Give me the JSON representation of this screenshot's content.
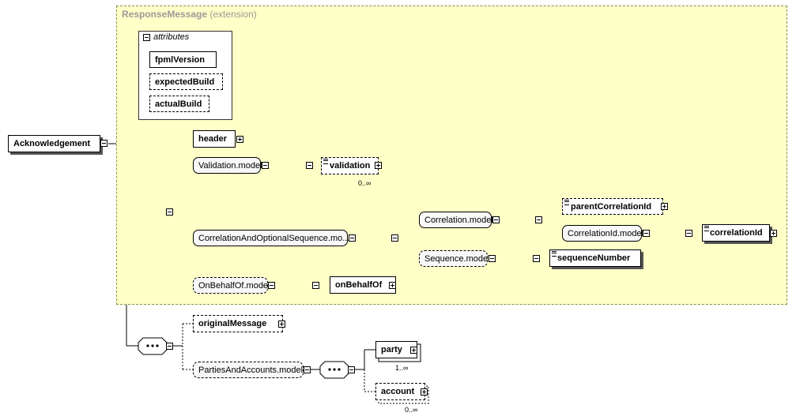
{
  "extension": {
    "title": "ResponseMessage",
    "kind": "(extension)"
  },
  "attributes": {
    "heading": "attributes",
    "items": [
      "fpmlVersion",
      "expectedBuild",
      "actualBuild"
    ]
  },
  "root": "Acknowledgement",
  "nodes": {
    "header": "header",
    "validation_model": "Validation.model",
    "validation": "validation",
    "validation_card": "0..∞",
    "correlation_seq_model": "CorrelationAndOptionalSequence.mo...",
    "correlation_model": "Correlation.model",
    "parent_correlation_id": "parentCorrelationId",
    "correlation_id_model": "CorrelationId.model",
    "correlation_id": "correlationId",
    "sequence_model": "Sequence.model",
    "sequence_number": "sequenceNumber",
    "on_behalf_of_model": "OnBehalfOf.model",
    "on_behalf_of": "onBehalfOf",
    "original_message": "originalMessage",
    "parties_accounts_model": "PartiesAndAccounts.model",
    "party": "party",
    "party_card": "1..∞",
    "account": "account",
    "account_card": "0..∞"
  }
}
